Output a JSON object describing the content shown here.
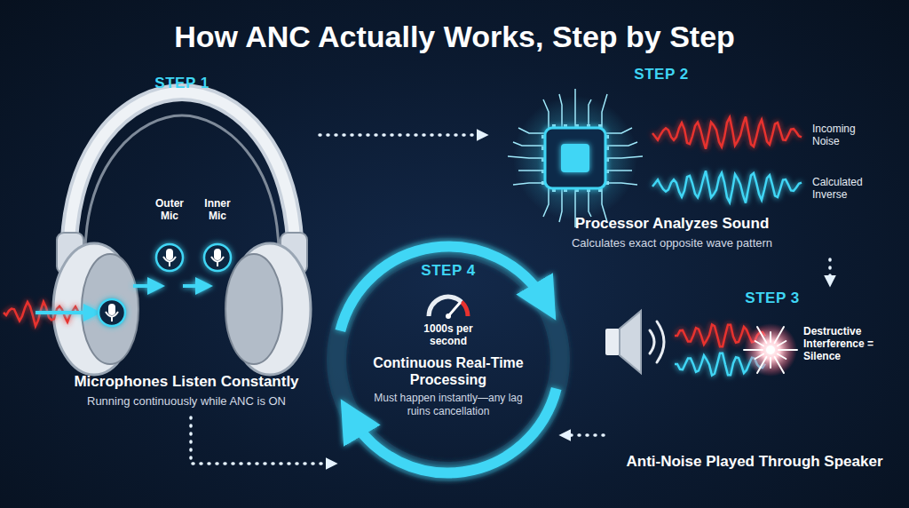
{
  "diagram": {
    "title": "How ANC Actually Works, Step by Step",
    "nodes": [
      {
        "text": [
          "STEP 1",
          "Microphones Listen Constantly",
          "Running continuously while ANC is ON"
        ]
      },
      {
        "text": [
          "STEP 2",
          "Processor Analyzes Sound",
          "Calculates exact opposite wave pattern"
        ]
      },
      {
        "text": [
          "STEP 3",
          "Anti-Noise Played Through Speaker"
        ]
      },
      {
        "text": [
          "STEP 4",
          "1000s per second",
          "Continuous Real-Time Processing",
          "Must happen instantly—any lag ruins cancellation"
        ]
      }
    ],
    "edges": [
      {
        "from": 0,
        "to": 1,
        "arrow": "to"
      },
      {
        "from": 1,
        "to": 2,
        "arrow": "to"
      },
      {
        "from": 2,
        "to": 3,
        "arrow": "to"
      },
      {
        "from": 0,
        "to": 3,
        "arrow": "to"
      }
    ],
    "labels": [
      "Outer Mic",
      "Inner Mic",
      "Incoming Noise",
      "Calculated Inverse",
      "Destructive Interference = Silence"
    ]
  }
}
